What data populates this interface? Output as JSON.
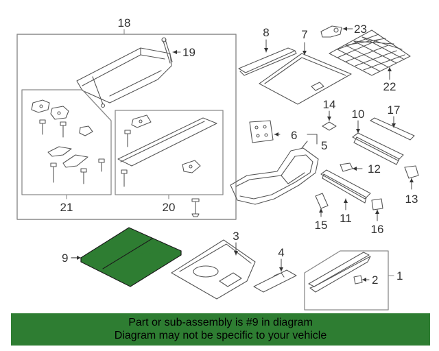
{
  "diagram": {
    "callouts": {
      "c1": "1",
      "c2": "2",
      "c3": "3",
      "c4": "4",
      "c5": "5",
      "c6": "6",
      "c7": "7",
      "c8": "8",
      "c9": "9",
      "c10": "10",
      "c11": "11",
      "c12": "12",
      "c13": "13",
      "c14": "14",
      "c15": "15",
      "c16": "16",
      "c17": "17",
      "c18": "18",
      "c19": "19",
      "c20": "20",
      "c21": "21",
      "c22": "22",
      "c23": "23"
    },
    "highlighted_part": "9",
    "colors": {
      "highlight": "#2e7d32",
      "line": "#555555",
      "frame": "#8a8a8a",
      "text": "#333333"
    }
  },
  "banner": {
    "line1": "Part or sub-assembly is #9 in diagram",
    "line2": "Diagram may not be specific to your vehicle",
    "color": "#2e7d32"
  }
}
